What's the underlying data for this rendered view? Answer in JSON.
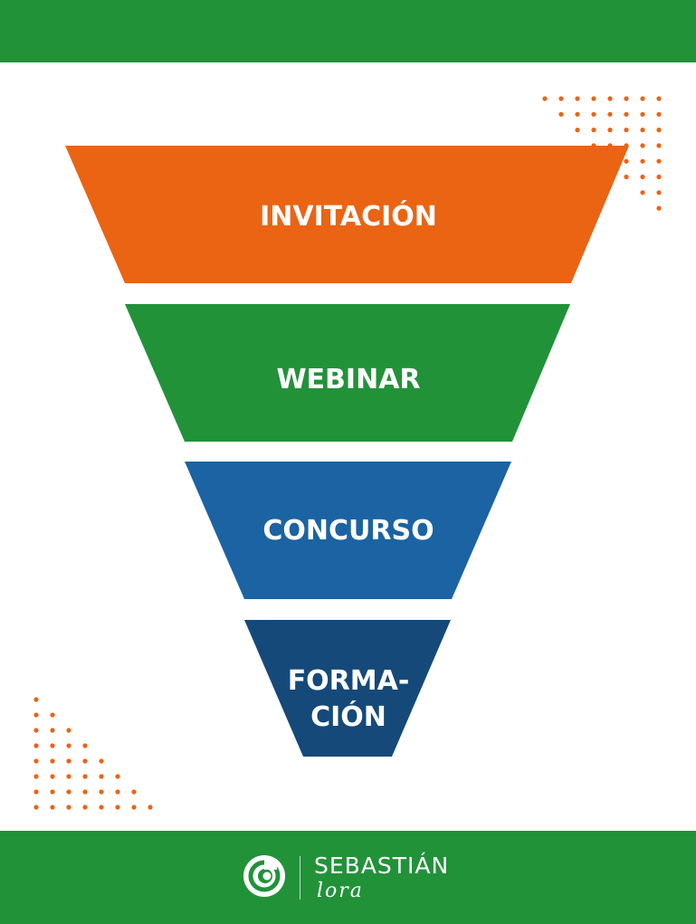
{
  "colors": {
    "brand_green": "#229239",
    "accent_orange": "#EA6413",
    "blue": "#1B63A3",
    "dark_blue": "#15497A",
    "white": "#FFFFFF"
  },
  "funnel": {
    "stages": [
      {
        "lines": [
          "INVITACIÓN"
        ],
        "color": "#EA6413"
      },
      {
        "lines": [
          "WEBINAR"
        ],
        "color": "#229239"
      },
      {
        "lines": [
          "CONCURSO"
        ],
        "color": "#1B63A3"
      },
      {
        "lines": [
          "FORMA-",
          "CIÓN"
        ],
        "color": "#15497A"
      }
    ]
  },
  "brand": {
    "name": "SEBASTIÁN",
    "sub": "lora",
    "logo_icon": "swirl-logo-icon"
  }
}
